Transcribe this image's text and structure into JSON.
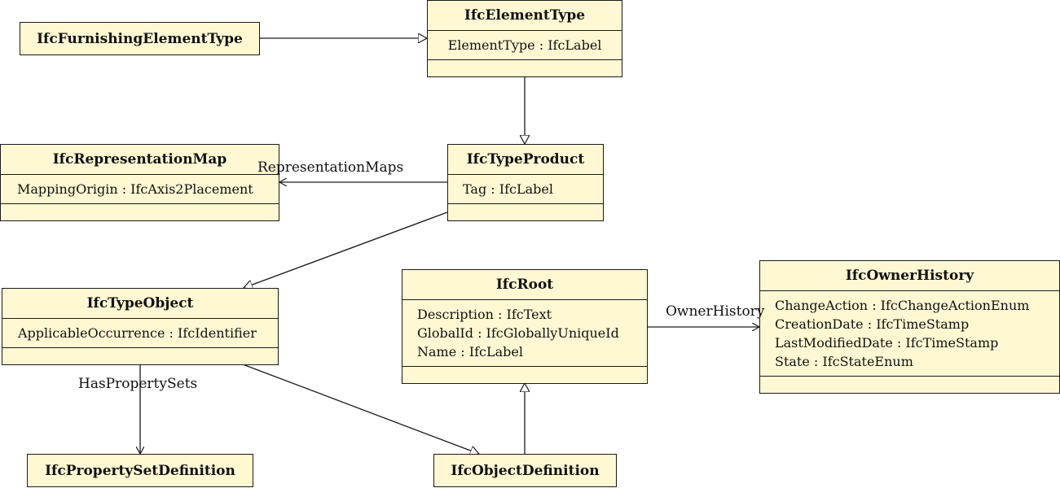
{
  "classes": {
    "furnishing": {
      "name": "IfcFurnishingElementType"
    },
    "element_type": {
      "name": "IfcElementType",
      "attributes": [
        "ElementType : IfcLabel"
      ]
    },
    "type_product": {
      "name": "IfcTypeProduct",
      "attributes": [
        "Tag : IfcLabel"
      ]
    },
    "representation_map": {
      "name": "IfcRepresentationMap",
      "attributes": [
        "MappingOrigin : IfcAxis2Placement"
      ]
    },
    "type_object": {
      "name": "IfcTypeObject",
      "attributes": [
        "ApplicableOccurrence : IfcIdentifier"
      ]
    },
    "root": {
      "name": "IfcRoot",
      "attributes": [
        "Description : IfcText",
        "GlobalId : IfcGloballyUniqueId",
        "Name : IfcLabel"
      ]
    },
    "owner_history": {
      "name": "IfcOwnerHistory",
      "attributes": [
        "ChangeAction : IfcChangeActionEnum",
        "CreationDate : IfcTimeStamp",
        "LastModifiedDate : IfcTimeStamp",
        "State : IfcStateEnum"
      ]
    },
    "property_set": {
      "name": "IfcPropertySetDefinition"
    },
    "object_definition": {
      "name": "IfcObjectDefinition"
    }
  },
  "associations": {
    "representation_maps": "RepresentationMaps",
    "owner_history": "OwnerHistory",
    "has_property_sets": "HasPropertySets"
  },
  "colors": {
    "box_fill": "#fff8d2",
    "stroke": "#1a1a1a"
  }
}
